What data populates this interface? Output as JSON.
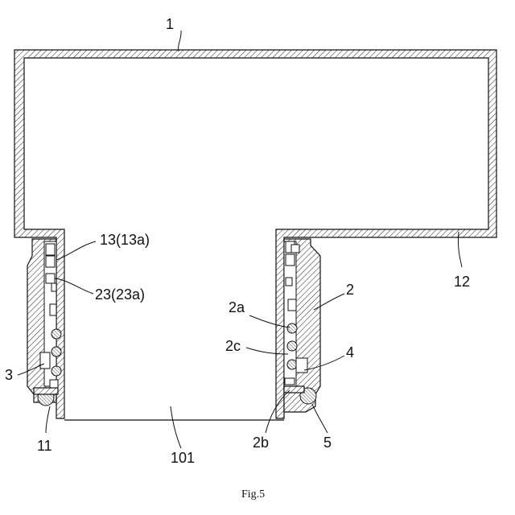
{
  "labels": {
    "l1": "1",
    "l12": "12",
    "l13": "13(13a)",
    "l23": "23(23a)",
    "l2": "2",
    "l2a": "2a",
    "l2c": "2c",
    "l4": "4",
    "l3": "3",
    "l11": "11",
    "l101": "101",
    "l2b": "2b",
    "l5": "5"
  },
  "caption": "Fig.5"
}
